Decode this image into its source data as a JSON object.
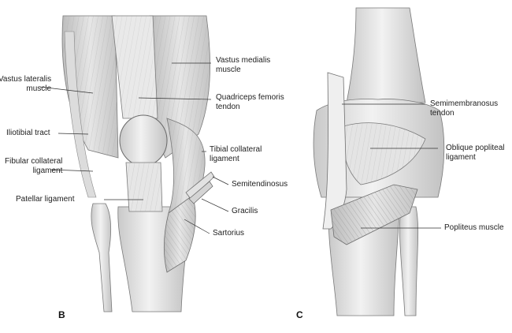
{
  "panels": {
    "b": "B",
    "c": "C"
  },
  "labels_b": {
    "vastus_lateralis": [
      "Vastus lateralis",
      "muscle"
    ],
    "vastus_medialis": [
      "Vastus medialis",
      "muscle"
    ],
    "quadriceps": [
      "Quadriceps femoris",
      "tendon"
    ],
    "iliotibial": "Iliotibial tract",
    "fibular_collateral": [
      "Fibular collateral",
      "ligament"
    ],
    "tibial_collateral": [
      "Tibial collateral",
      "ligament"
    ],
    "patellar": "Patellar ligament",
    "semitendinosus": "Semitendinosus",
    "gracilis": "Gracilis",
    "sartorius": "Sartorius"
  },
  "labels_c": {
    "semimembranosus": [
      "Semimembranosus",
      "tendon"
    ],
    "oblique_popliteal": [
      "Oblique popliteal",
      "ligament"
    ],
    "popliteus": "Popliteus muscle"
  },
  "colors": {
    "ink": "#222222",
    "bone": "#ececec",
    "muscle": "#d9d9d9",
    "shadow": "#b5b5b5",
    "leader": "#333333"
  }
}
